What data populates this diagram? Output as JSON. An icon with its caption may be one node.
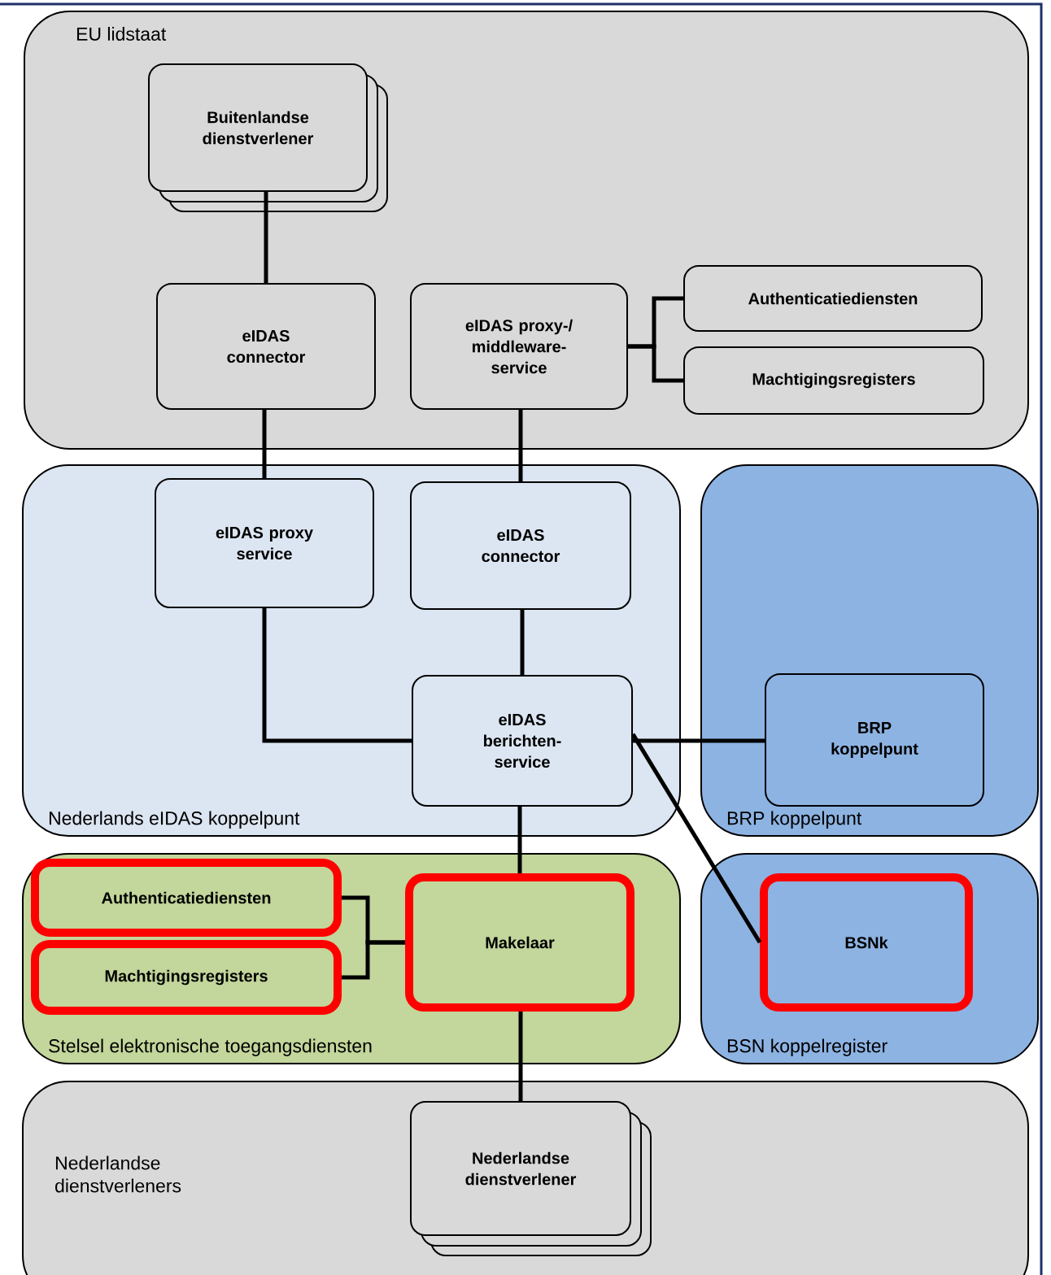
{
  "diagram": {
    "nodes": [
      {
        "text": [
          "EU lidstaat"
        ]
      },
      {
        "text": [
          "Buitenlandse dienstverlener"
        ],
        "in": 0
      },
      {
        "text": [
          "eIDAS connector"
        ],
        "in": 0
      },
      {
        "text": [
          "eIDAS proxy-/ middleware- service"
        ],
        "in": 0
      },
      {
        "text": [
          "Authenticatiediensten"
        ],
        "in": 0
      },
      {
        "text": [
          "Machtigingsregisters"
        ],
        "in": 0
      },
      {
        "text": [
          "Nederlands eIDAS koppelpunt"
        ]
      },
      {
        "text": [
          "eIDAS proxy service"
        ],
        "in": 6
      },
      {
        "text": [
          "eIDAS connector"
        ],
        "in": 6
      },
      {
        "text": [
          "eIDAS berichten- service"
        ],
        "in": 6
      },
      {
        "text": [
          "BRP koppelpunt"
        ]
      },
      {
        "text": [
          "BRP koppelpunt"
        ],
        "in": 10
      },
      {
        "text": [
          "Stelsel elektronische toegangsdiensten"
        ]
      },
      {
        "text": [
          "Authenticatiediensten"
        ],
        "in": 12
      },
      {
        "text": [
          "Machtigingsregisters"
        ],
        "in": 12
      },
      {
        "text": [
          "Makelaar"
        ],
        "in": 12
      },
      {
        "text": [
          "BSN koppelregister"
        ]
      },
      {
        "text": [
          "BSNk"
        ],
        "in": 16
      },
      {
        "text": [
          "Nederlandse dienstverleners"
        ]
      },
      {
        "text": [
          "Nederlandse dienstverlener"
        ],
        "in": 18
      }
    ],
    "edges": [
      {
        "from": 1,
        "to": 2,
        "arrow": "none"
      },
      {
        "from": 2,
        "to": 7,
        "arrow": "none"
      },
      {
        "from": 3,
        "to": 8,
        "arrow": "none"
      },
      {
        "from": 3,
        "to": 4,
        "arrow": "none"
      },
      {
        "from": 3,
        "to": 5,
        "arrow": "none"
      },
      {
        "from": 7,
        "to": 9,
        "arrow": "none"
      },
      {
        "from": 8,
        "to": 9,
        "arrow": "none"
      },
      {
        "from": 9,
        "to": 11,
        "arrow": "none"
      },
      {
        "from": 9,
        "to": 17,
        "arrow": "none"
      },
      {
        "from": 9,
        "to": 15,
        "arrow": "none"
      },
      {
        "from": 13,
        "to": 15,
        "arrow": "none"
      },
      {
        "from": 14,
        "to": 15,
        "arrow": "none"
      },
      {
        "from": 15,
        "to": 19,
        "arrow": "none"
      }
    ]
  }
}
